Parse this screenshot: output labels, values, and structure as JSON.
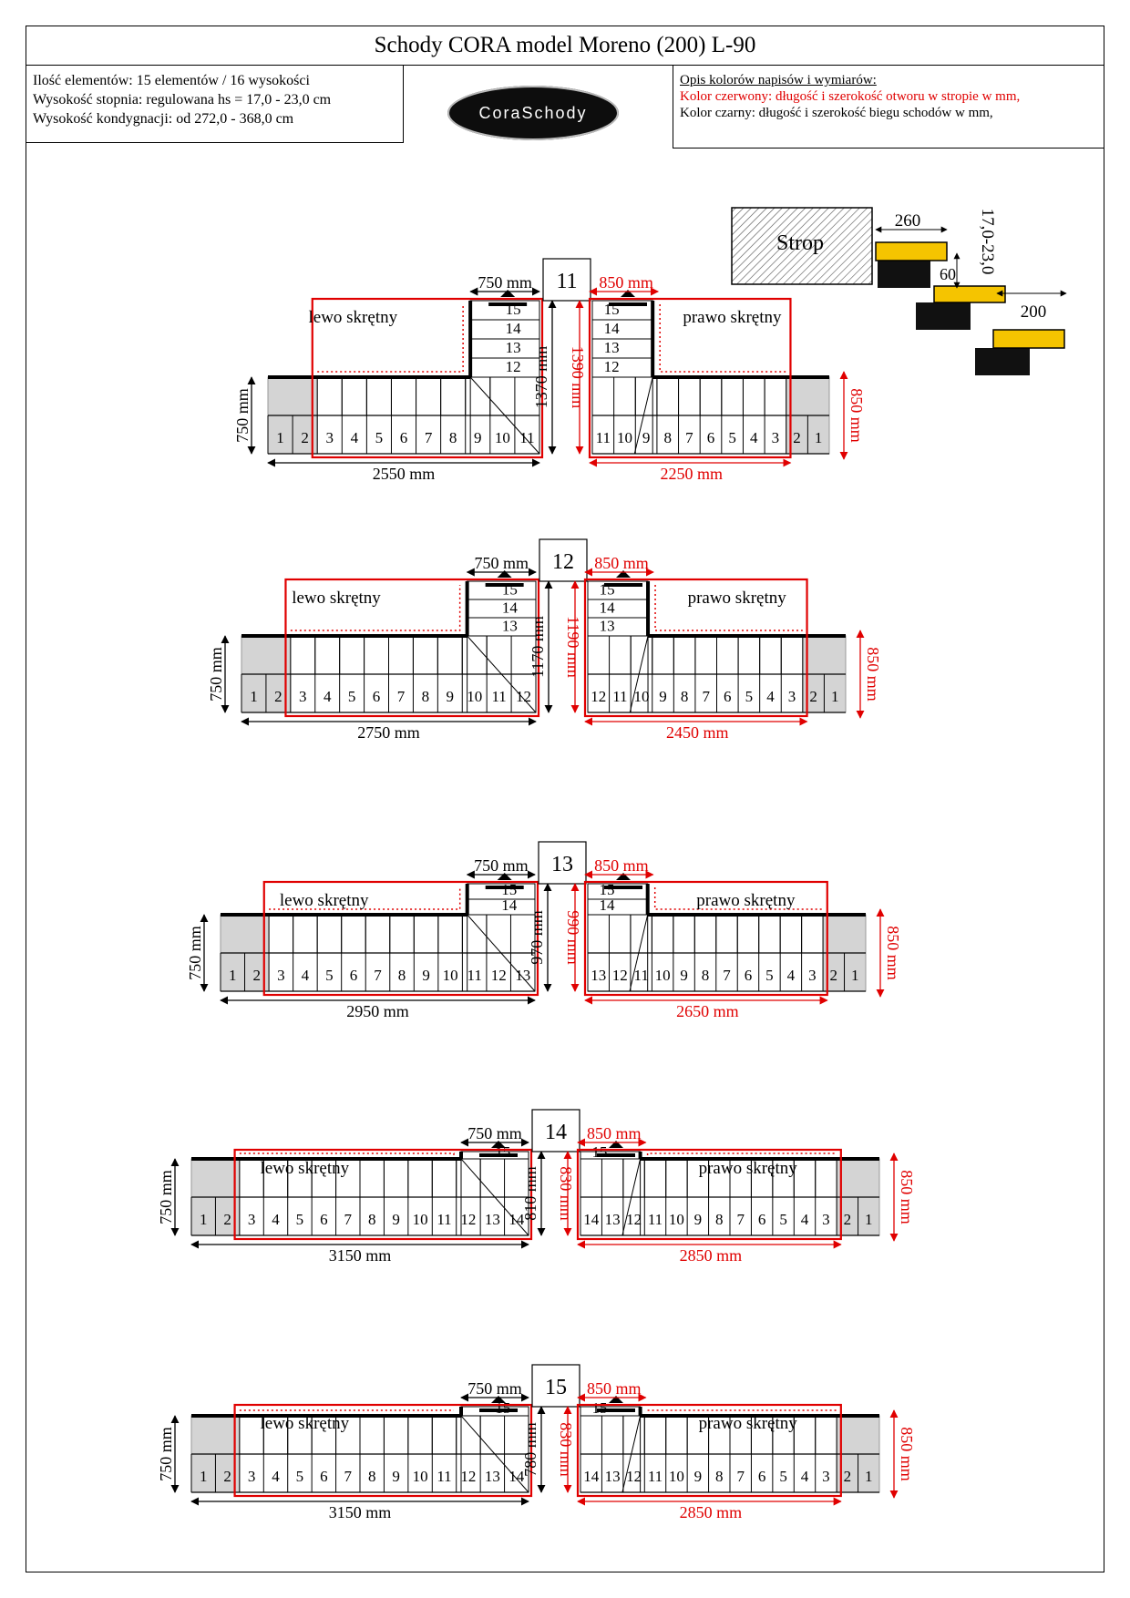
{
  "title": "Schody CORA model Moreno (200) L-90",
  "info": {
    "elements": "Ilość elementów: 15 elementów / 16 wysokości",
    "step_height": "Wysokość stopnia: regulowana  hs = 17,0 - 23,0 cm",
    "floor_height": "Wysokość kondygnacji: od 272,0 - 368,0 cm"
  },
  "logo": "CoraSchody",
  "legend": {
    "heading": "Opis kolorów napisów i wymiarów:",
    "red": "Kolor czerwony: długość i szerokość otworu w stropie w mm,",
    "black": "Kolor czarny: długość i szerokość biegu schodów w mm,"
  },
  "colors": {
    "red": "#e00000",
    "black": "#000000",
    "yellow": "#f5c400",
    "gray": "#d4d4d4"
  },
  "detail": {
    "strop": "Strop",
    "dim_260": "260",
    "dim_60": "60",
    "dim_200": "200",
    "height_range": "17,0-23,0"
  },
  "labels": {
    "left": "lewo skrętny",
    "right": "prawo skrętny"
  },
  "variants": [
    {
      "steps": "11",
      "stair_width": "750 mm",
      "opening_width": "850 mm",
      "left_length": "2550 mm",
      "left_depth": "1370 mm",
      "right_length": "2250 mm",
      "right_depth": "1390 mm",
      "width_left": "750 mm",
      "width_right": "850 mm",
      "left_row": [
        "1",
        "2",
        "3",
        "4",
        "5",
        "6",
        "7",
        "8",
        "9",
        "10",
        "11"
      ],
      "left_upper": [
        "12",
        "13",
        "14",
        "15"
      ],
      "right_row": [
        "11",
        "10",
        "9",
        "8",
        "7",
        "6",
        "5",
        "4",
        "3",
        "2",
        "1"
      ],
      "right_upper": [
        "12",
        "13",
        "14",
        "15"
      ]
    },
    {
      "steps": "12",
      "stair_width": "750 mm",
      "opening_width": "850 mm",
      "left_length": "2750 mm",
      "left_depth": "1170 mm",
      "right_length": "2450 mm",
      "right_depth": "1190 mm",
      "width_left": "750 mm",
      "width_right": "850 mm",
      "left_row": [
        "1",
        "2",
        "3",
        "4",
        "5",
        "6",
        "7",
        "8",
        "9",
        "10",
        "11",
        "12"
      ],
      "left_upper": [
        "13",
        "14",
        "15"
      ],
      "right_row": [
        "12",
        "11",
        "10",
        "9",
        "8",
        "7",
        "6",
        "5",
        "4",
        "3",
        "2",
        "1"
      ],
      "right_upper": [
        "13",
        "14",
        "15"
      ]
    },
    {
      "steps": "13",
      "stair_width": "750 mm",
      "opening_width": "850 mm",
      "left_length": "2950 mm",
      "left_depth": "970 mm",
      "right_length": "2650 mm",
      "right_depth": "990 mm",
      "width_left": "750 mm",
      "width_right": "850 mm",
      "left_row": [
        "1",
        "2",
        "3",
        "4",
        "5",
        "6",
        "7",
        "8",
        "9",
        "10",
        "11",
        "12",
        "13"
      ],
      "left_upper": [
        "14",
        "15"
      ],
      "right_row": [
        "13",
        "12",
        "11",
        "10",
        "9",
        "8",
        "7",
        "6",
        "5",
        "4",
        "3",
        "2",
        "1"
      ],
      "right_upper": [
        "14",
        "15"
      ]
    },
    {
      "steps": "14",
      "stair_width": "750 mm",
      "opening_width": "850 mm",
      "left_length": "3150 mm",
      "left_depth": "810 mm",
      "right_length": "2850 mm",
      "right_depth": "830 mm",
      "width_left": "750 mm",
      "width_right": "850 mm",
      "left_row": [
        "1",
        "2",
        "3",
        "4",
        "5",
        "6",
        "7",
        "8",
        "9",
        "10",
        "11",
        "12",
        "13",
        "14"
      ],
      "left_upper": [
        "15"
      ],
      "right_row": [
        "14",
        "13",
        "12",
        "11",
        "10",
        "9",
        "8",
        "7",
        "6",
        "5",
        "4",
        "3",
        "2",
        "1"
      ],
      "right_upper": [
        "15"
      ]
    },
    {
      "steps": "15",
      "stair_width": "750 mm",
      "opening_width": "850 mm",
      "left_length": "3150 mm",
      "left_depth": "780 mm",
      "right_length": "2850 mm",
      "right_depth": "830 mm",
      "width_left": "750 mm",
      "width_right": "850 mm",
      "left_row": [
        "1",
        "2",
        "3",
        "4",
        "5",
        "6",
        "7",
        "8",
        "9",
        "10",
        "11",
        "12",
        "13",
        "14"
      ],
      "left_upper": [
        "15"
      ],
      "right_row": [
        "14",
        "13",
        "12",
        "11",
        "10",
        "9",
        "8",
        "7",
        "6",
        "5",
        "4",
        "3",
        "2",
        "1"
      ],
      "right_upper": [
        "15"
      ]
    }
  ]
}
